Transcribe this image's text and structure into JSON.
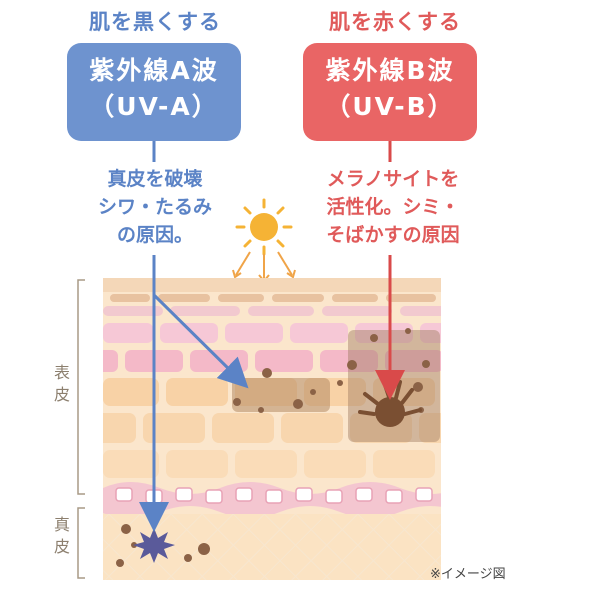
{
  "uva": {
    "heading": "肌を黒くする",
    "box_line1": "紫外線A波",
    "box_line2": "（UV-A）",
    "desc_line1": "真皮を破壊",
    "desc_line2": "シワ・たるみ",
    "desc_line3": "の原因。"
  },
  "uvb": {
    "heading": "肌を赤くする",
    "box_line1": "紫外線B波",
    "box_line2": "（UV-B）",
    "desc_line1": "メラノサイトを",
    "desc_line2": "活性化。シミ・",
    "desc_line3": "そばかすの原因"
  },
  "layers": {
    "epidermis": "表皮",
    "dermis": "真皮"
  },
  "note": "※イメージ図",
  "colors": {
    "uva": "#6e93cf",
    "uvb": "#e96565",
    "sun": "#f5b335"
  },
  "icons": [
    "sun-icon",
    "melanocyte-icon",
    "damage-burst-icon"
  ]
}
